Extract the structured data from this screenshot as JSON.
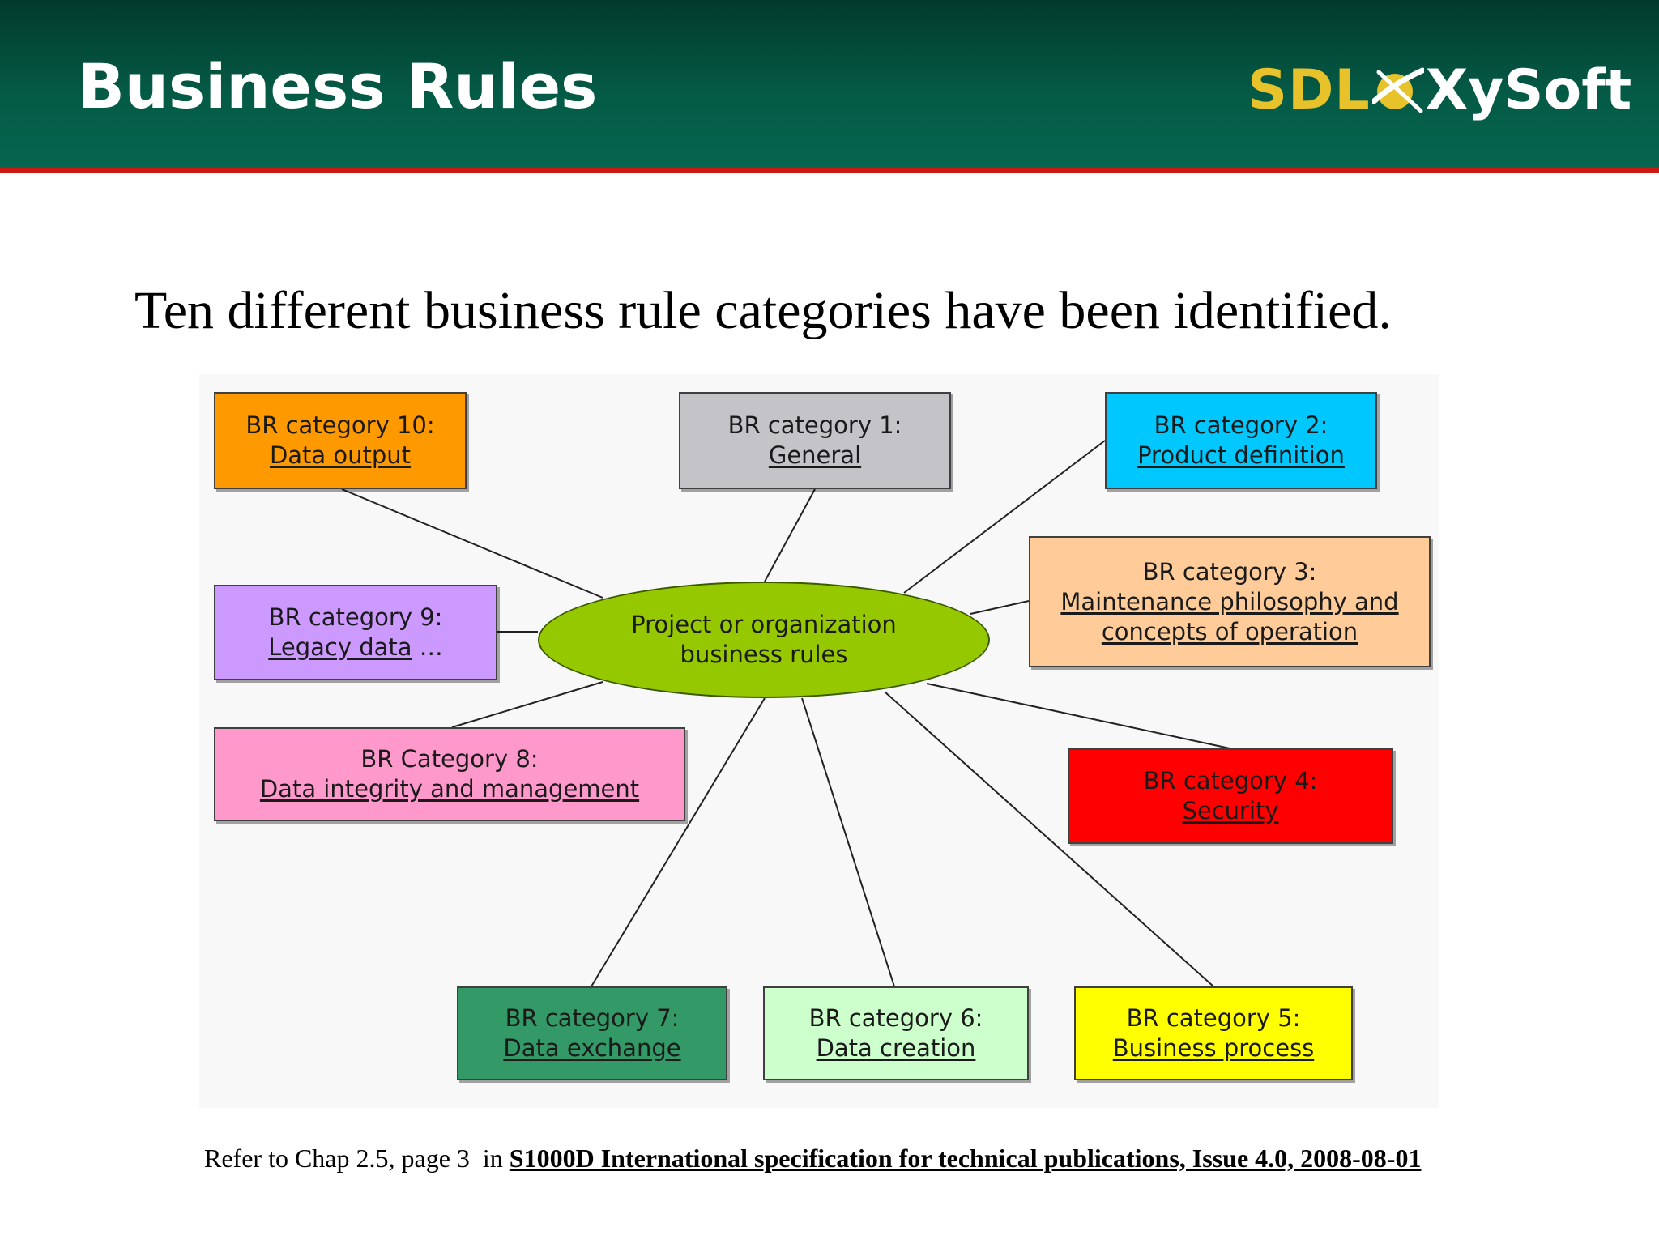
{
  "slide": {
    "title": "Business Rules",
    "subtitle": "Ten different business rule categories have been identified."
  },
  "logo": {
    "left_text": "SDL",
    "right_text": "XySoft",
    "mark_icon": "globe-swoosh-icon"
  },
  "diagram": {
    "center": {
      "line1": "Project or organization",
      "line2": "business rules",
      "color": "#96c800"
    },
    "categories": {
      "c1": {
        "line1": "BR category 1:",
        "line2": "General",
        "color": "#c4c4c8"
      },
      "c2": {
        "line1": "BR category 2:",
        "line2": "Product definition",
        "color": "#00c8ff"
      },
      "c3": {
        "line1": "BR category 3:",
        "line2": "Maintenance philosophy and",
        "line3": "concepts of operation",
        "color": "#ffcc99"
      },
      "c4": {
        "line1": "BR category 4:",
        "line2": "Security",
        "color": "#ff0000"
      },
      "c5": {
        "line1": "BR category 5:",
        "line2": "Business process",
        "color": "#ffff00"
      },
      "c6": {
        "line1": "BR category 6:",
        "line2": "Data creation",
        "color": "#ccffcc"
      },
      "c7": {
        "line1": "BR category 7:",
        "line2": "Data exchange",
        "color": "#339966"
      },
      "c8": {
        "line1": "BR Category 8:",
        "line2": "Data integrity and management",
        "color": "#ff99cc"
      },
      "c9": {
        "line1": "BR category 9:",
        "line2": "Legacy data",
        "suffix": " …",
        "color": "#cc99ff"
      },
      "c10": {
        "line1": "BR category 10:",
        "line2": "Data output",
        "color": "#ff9900"
      }
    }
  },
  "footer": {
    "prefix": "Refer to Chap 2.5, page 3  in ",
    "link": "S1000D International specification for technical publications, Issue 4.0, 2008-08-01"
  },
  "colors": {
    "header": "#045a45",
    "header_line": "#cc1a12",
    "logo_gold": "#e7c22a"
  }
}
